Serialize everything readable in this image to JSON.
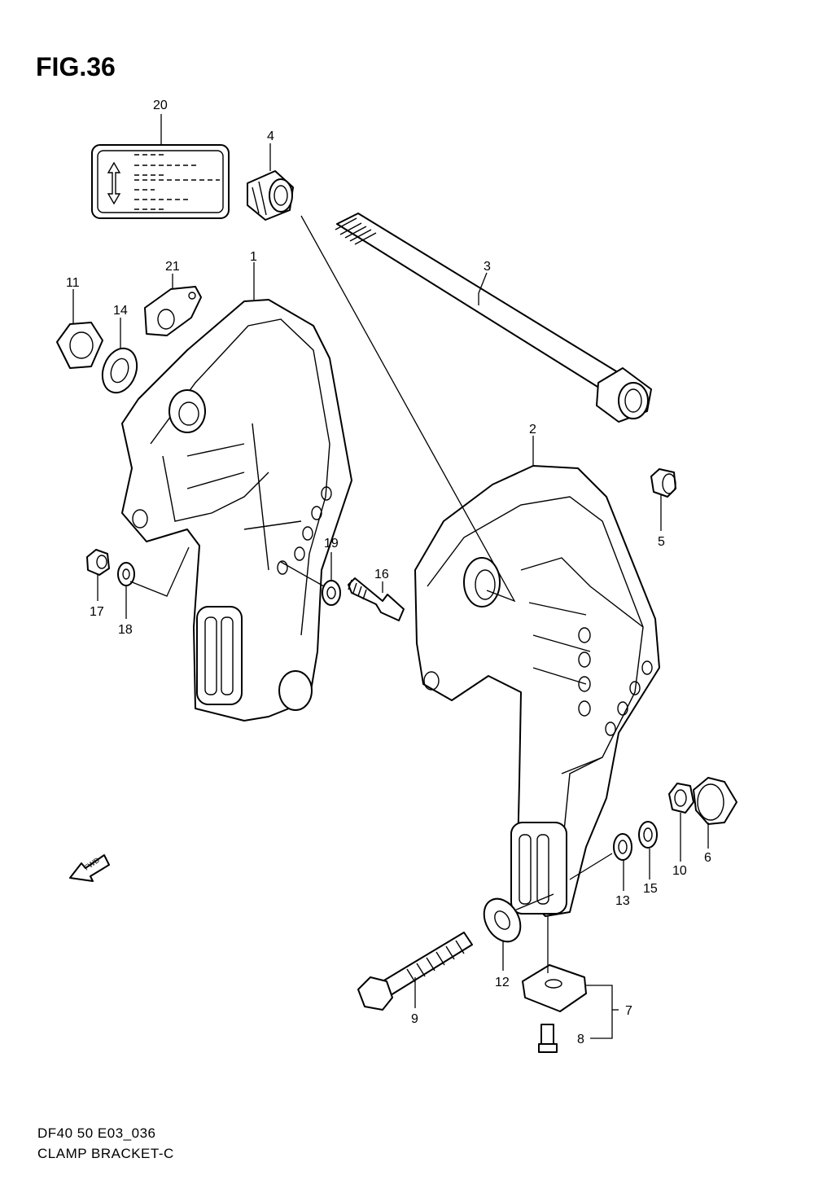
{
  "figure": {
    "title": "FIG.36",
    "code": "DF40 50 E03_036",
    "caption": "CLAMP BRACKET-C",
    "fwd_label": "FWD"
  },
  "callouts": [
    {
      "id": "c20",
      "text": "20"
    },
    {
      "id": "c4",
      "text": "4"
    },
    {
      "id": "c3",
      "text": "3"
    },
    {
      "id": "c21",
      "text": "21"
    },
    {
      "id": "c1",
      "text": "1"
    },
    {
      "id": "c11",
      "text": "11"
    },
    {
      "id": "c14",
      "text": "14"
    },
    {
      "id": "c2",
      "text": "2"
    },
    {
      "id": "c5",
      "text": "5"
    },
    {
      "id": "c19",
      "text": "19"
    },
    {
      "id": "c16",
      "text": "16"
    },
    {
      "id": "c17",
      "text": "17"
    },
    {
      "id": "c18",
      "text": "18"
    },
    {
      "id": "c6",
      "text": "6"
    },
    {
      "id": "c10",
      "text": "10"
    },
    {
      "id": "c15",
      "text": "15"
    },
    {
      "id": "c13",
      "text": "13"
    },
    {
      "id": "c12",
      "text": "12"
    },
    {
      "id": "c7",
      "text": "7"
    },
    {
      "id": "c9",
      "text": "9"
    },
    {
      "id": "c8",
      "text": "8"
    }
  ]
}
